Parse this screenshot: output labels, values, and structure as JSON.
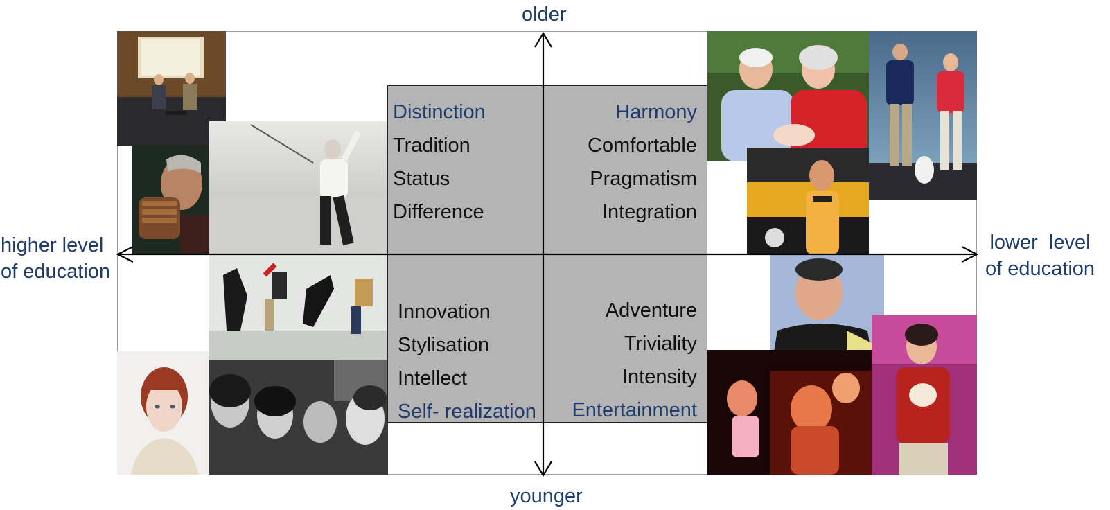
{
  "axes": {
    "top": "older",
    "bottom": "younger",
    "left_line1": "higher level",
    "left_line2": "of education",
    "right_line1": "lower  level",
    "right_line2": "of education"
  },
  "quadrants": {
    "top_left": {
      "heading": "Distinction",
      "items": [
        "Tradition",
        "Status",
        "Difference"
      ]
    },
    "top_right": {
      "heading": "Harmony",
      "items": [
        "Comfortable",
        "Pragmatism",
        "Integration"
      ]
    },
    "bottom_left": {
      "heading": "Self- realization",
      "items": [
        "Innovation",
        "Stylisation",
        "Intellect"
      ]
    },
    "bottom_right": {
      "heading": "Entertainment",
      "items": [
        "Adventure",
        "Triviality",
        "Intensity"
      ]
    }
  },
  "colors": {
    "heading": "#1f3c6e",
    "text": "#111111",
    "box": "#b4b4b4",
    "axis": "#000000"
  },
  "photos": [
    "two-men-sitting-photo",
    "cigar-smoker-photo",
    "fencer-photo",
    "jumping-dancers-photo",
    "red-haired-woman-photo",
    "group-portrait-photo",
    "elderly-couple-baby-photo",
    "couple-walking-dog-photo",
    "mechanic-truck-photo",
    "smiling-man-photo",
    "woman-red-tshirt-photo",
    "party-dancers-photo"
  ]
}
